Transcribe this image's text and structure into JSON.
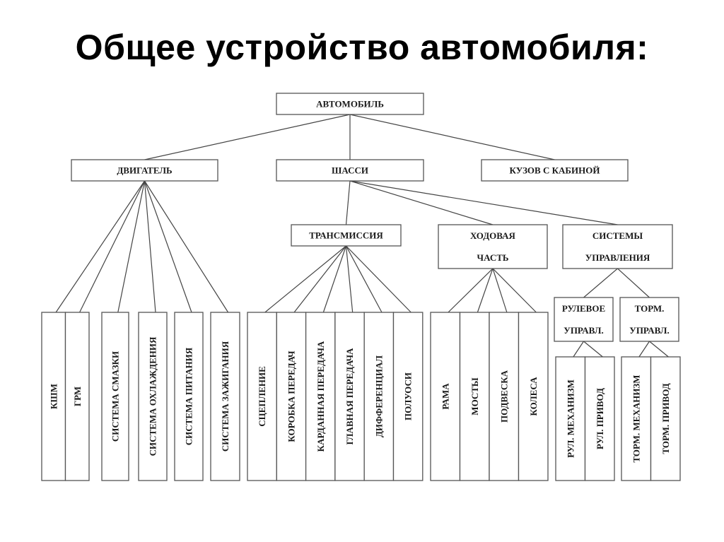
{
  "title": "Общее устройство автомобиля:",
  "colors": {
    "stroke": "#555555",
    "text": "#1a1a1a",
    "background": "#ffffff"
  },
  "diagram": {
    "root": {
      "id": "auto",
      "label": [
        "АВТОМОБИЛЬ"
      ]
    },
    "level1": [
      {
        "id": "engine",
        "label": [
          "ДВИГАТЕЛЬ"
        ],
        "parent": "auto"
      },
      {
        "id": "chassis",
        "label": [
          "ШАССИ"
        ],
        "parent": "auto"
      },
      {
        "id": "body",
        "label": [
          "КУЗОВ С КАБИНОЙ"
        ],
        "parent": "auto"
      }
    ],
    "level2": [
      {
        "id": "transmission",
        "label": [
          "ТРАНСМИССИЯ"
        ],
        "parent": "chassis"
      },
      {
        "id": "running",
        "label": [
          "ХОДОВАЯ",
          "ЧАСТЬ"
        ],
        "parent": "chassis"
      },
      {
        "id": "control",
        "label": [
          "СИСТЕМЫ",
          "УПРАВЛЕНИЯ"
        ],
        "parent": "chassis"
      }
    ],
    "level3": [
      {
        "id": "steering",
        "label": [
          "РУЛЕВОЕ",
          "УПРАВЛ."
        ],
        "parent": "control"
      },
      {
        "id": "braking",
        "label": [
          "ТОРМ.",
          "УПРАВЛ."
        ],
        "parent": "control"
      }
    ],
    "leaf_groups": [
      {
        "parent": "engine",
        "items": [
          "КШМ",
          "ГРМ"
        ]
      },
      {
        "parent": "engine",
        "items": [
          "СИСТЕМА СМАЗКИ"
        ]
      },
      {
        "parent": "engine",
        "items": [
          "СИСТЕМА ОХЛАЖДЕНИЯ"
        ]
      },
      {
        "parent": "engine",
        "items": [
          "СИСТЕМА ПИТАНИЯ"
        ]
      },
      {
        "parent": "engine",
        "items": [
          "СИСТЕМА ЗАЖИГАНИЯ"
        ]
      },
      {
        "parent": "transmission",
        "items": [
          "СЦЕПЛЕНИЕ",
          "КОРОБКА ПЕРЕДАЧ",
          "КАРДАННАЯ ПЕРЕДАЧА",
          "ГЛАВНАЯ ПЕРЕДАЧА",
          "ДИФФЕРЕНЦИАЛ",
          "ПОЛУОСИ"
        ]
      },
      {
        "parent": "running",
        "items": [
          "РАМА",
          "МОСТЫ",
          "ПОДВЕСКА",
          "КОЛЕСА"
        ]
      },
      {
        "parent": "steering",
        "items": [
          "РУЛ. МЕХАНИЗМ",
          "РУЛ. ПРИВОД"
        ]
      },
      {
        "parent": "braking",
        "items": [
          "ТОРМ. МЕХАНИЗМ",
          "ТОРМ. ПРИВОД"
        ]
      }
    ]
  }
}
